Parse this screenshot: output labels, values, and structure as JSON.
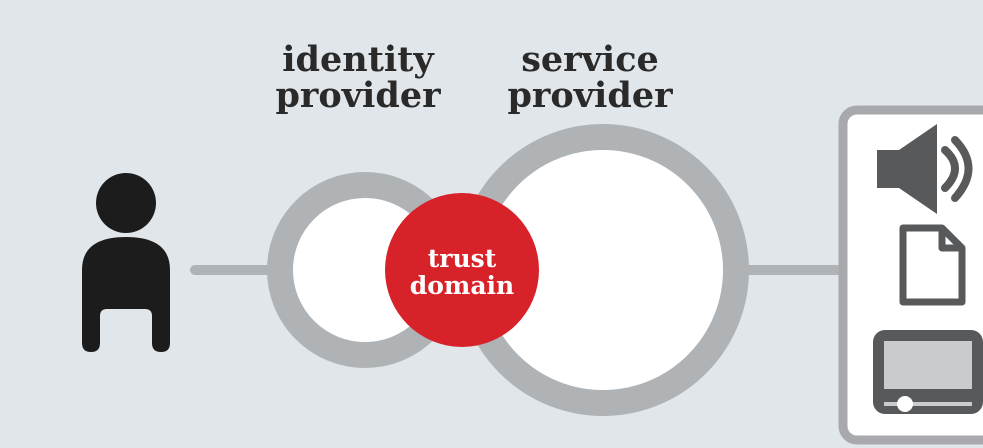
{
  "diagram": {
    "identity_provider": {
      "line1": "identity",
      "line2": "provider"
    },
    "service_provider": {
      "line1": "service",
      "line2": "provider"
    },
    "trust_domain": {
      "line1": "trust",
      "line2": "domain"
    },
    "icons": [
      "user-icon",
      "speaker-icon",
      "document-icon",
      "video-player-icon"
    ],
    "colors": {
      "background": "#e0e6e9",
      "ring": "#b0b3b6",
      "trust_fill": "#d8222a",
      "user": "#1c1c1c",
      "icon_gray": "#58595b",
      "panel_border": "#a7a9ac"
    }
  }
}
